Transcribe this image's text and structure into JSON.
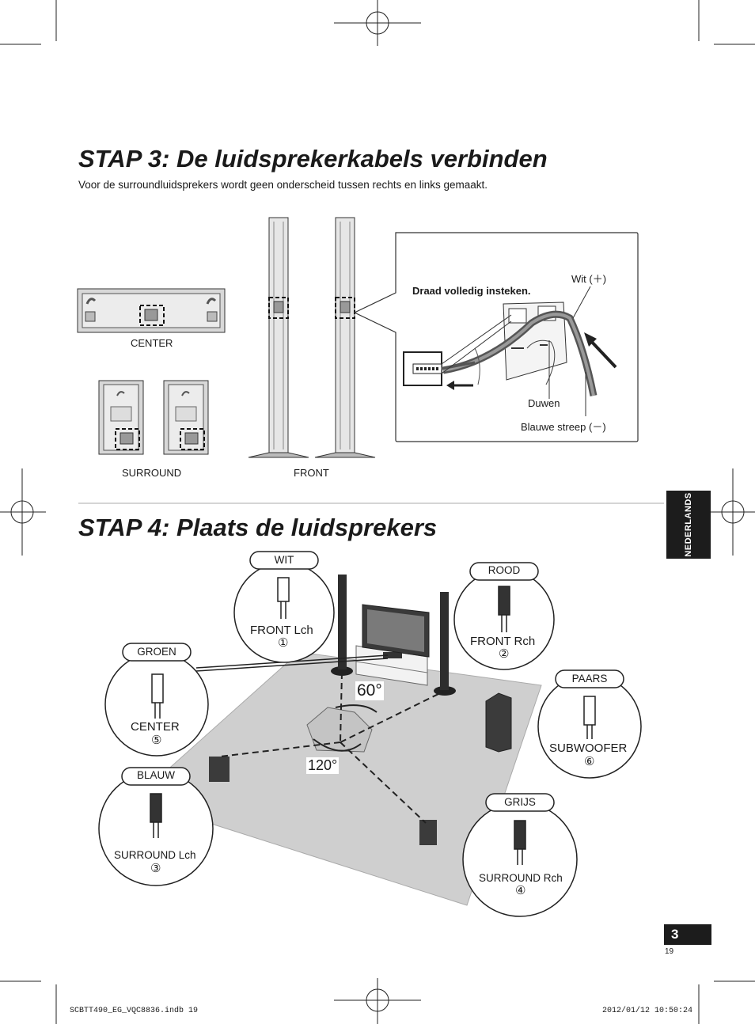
{
  "step3": {
    "title": "STAP 3: De luidsprekerkabels verbinden",
    "intro": "Voor de surroundluidsprekers wordt geen onderscheid tussen rechts en links gemaakt.",
    "speaker_labels": {
      "center": "CENTER",
      "surround": "SURROUND",
      "front": "FRONT"
    },
    "callout": {
      "instruction": "Draad volledig insteken.",
      "white_label": "Wit (＋)",
      "push_label": "Duwen",
      "blue_label": "Blauwe streep (－)"
    }
  },
  "step4": {
    "title": "STAP 4: Plaats de luidsprekers",
    "angle_small": "60°",
    "angle_large": "120°",
    "connectors": [
      {
        "color": "WIT",
        "name": "FRONT Lch",
        "num": "①"
      },
      {
        "color": "ROOD",
        "name": "FRONT Rch",
        "num": "②"
      },
      {
        "color": "GROEN",
        "name": "CENTER",
        "num": "⑤"
      },
      {
        "color": "PAARS",
        "name": "SUBWOOFER",
        "num": "⑥"
      },
      {
        "color": "BLAUW",
        "name": "SURROUND Lch",
        "num": "③"
      },
      {
        "color": "GRIJS",
        "name": "SURROUND Rch",
        "num": "④"
      }
    ]
  },
  "side_tab": "NEDERLANDS",
  "page": {
    "big": "3",
    "small": "19"
  },
  "footer": {
    "file": "SCBTT490_EG_VQC8836.indb   19",
    "timestamp": "2012/01/12   10:50:24"
  },
  "colors": {
    "ink": "#1a1a1a",
    "floor": "#cfcfcf",
    "speaker_fill": "#d6d6d6",
    "tab": "#1c1c1c"
  }
}
